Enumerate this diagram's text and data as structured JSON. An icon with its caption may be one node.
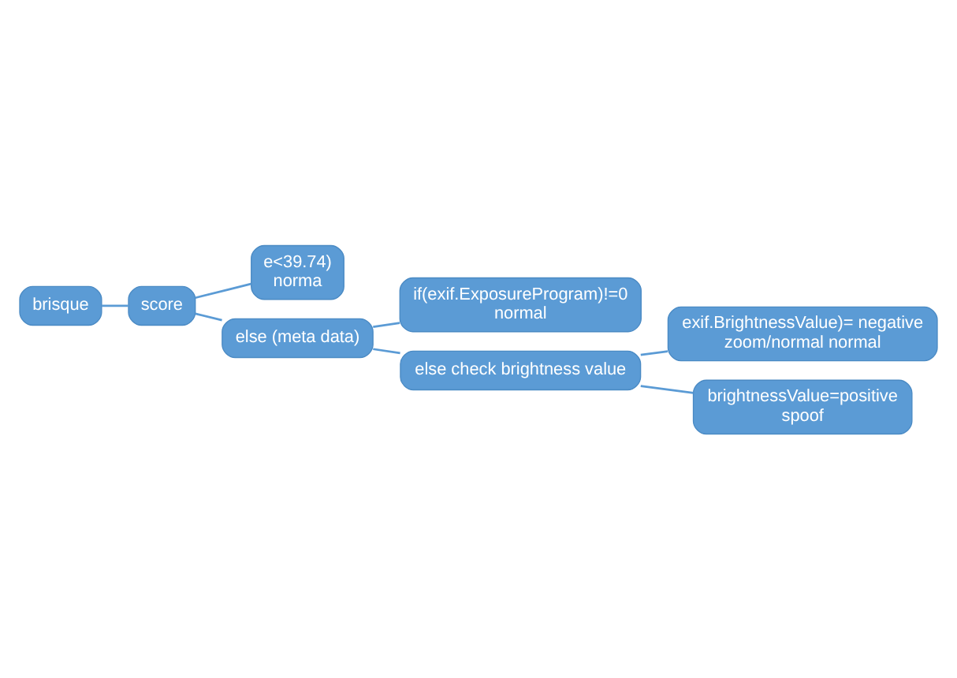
{
  "diagram": {
    "nodes": [
      {
        "text": [
          "brisque"
        ]
      },
      {
        "text": [
          "score"
        ]
      },
      {
        "text": [
          "e<39.74)",
          "norma"
        ]
      },
      {
        "text": [
          "else (meta data)"
        ]
      },
      {
        "text": [
          "if(exif.ExposureProgram)!=0",
          "normal"
        ]
      },
      {
        "text": [
          "else check brightness value"
        ]
      },
      {
        "text": [
          "exif.BrightnessValue)= negative",
          "zoom/normal normal"
        ]
      },
      {
        "text": [
          "brightnessValue=positive",
          "spoof"
        ]
      }
    ],
    "edges": [
      {
        "from": 0,
        "to": 1,
        "arrow": "none"
      },
      {
        "from": 1,
        "to": 2,
        "arrow": "none"
      },
      {
        "from": 1,
        "to": 3,
        "arrow": "none"
      },
      {
        "from": 3,
        "to": 4,
        "arrow": "none"
      },
      {
        "from": 3,
        "to": 5,
        "arrow": "none"
      },
      {
        "from": 5,
        "to": 6,
        "arrow": "none"
      },
      {
        "from": 5,
        "to": 7,
        "arrow": "none"
      }
    ]
  }
}
